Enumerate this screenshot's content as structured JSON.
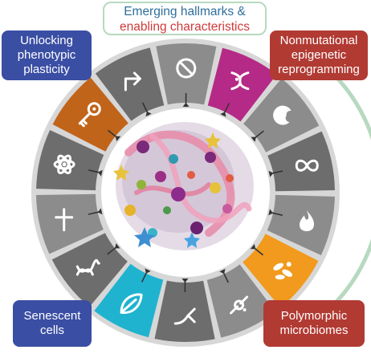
{
  "title": {
    "line1": "Emerging hallmarks &",
    "line2": "enabling characteristics"
  },
  "callouts": {
    "plasticity": [
      "Unlocking",
      "phenotypic",
      "plasticity"
    ],
    "epigenetic": [
      "Nonmutational",
      "epigenetic",
      "reprogramming"
    ],
    "senescent": [
      "Senescent",
      "cells"
    ],
    "microbiomes": [
      "Polymorphic",
      "microbiomes"
    ]
  },
  "colors": {
    "segment_gray": "#6d6d6d",
    "segment_gray_light": "#8c8c8c",
    "plasticity": "#c0641a",
    "epigenetic": "#b52a86",
    "senescent": "#1fb3d0",
    "microbiomes": "#f19a1d",
    "callout_blue": "#3a4ea3",
    "callout_red": "#b13a33",
    "ring_green": "#b7d9bf"
  },
  "segments": [
    {
      "icon": "key-icon"
    },
    {
      "icon": "arrow-turn-icon"
    },
    {
      "icon": "prohibited-icon"
    },
    {
      "icon": "dna-epigenetic-icon"
    },
    {
      "icon": "bitten-cell-icon"
    },
    {
      "icon": "infinity-icon"
    },
    {
      "icon": "flame-icon"
    },
    {
      "icon": "microbes-icon"
    },
    {
      "icon": "mutated-chromosome-icon"
    },
    {
      "icon": "branching-vessel-icon"
    },
    {
      "icon": "senescent-leaf-icon"
    },
    {
      "icon": "dna-helix-icon"
    },
    {
      "icon": "tombstone-cross-icon"
    },
    {
      "icon": "atom-icon"
    }
  ]
}
